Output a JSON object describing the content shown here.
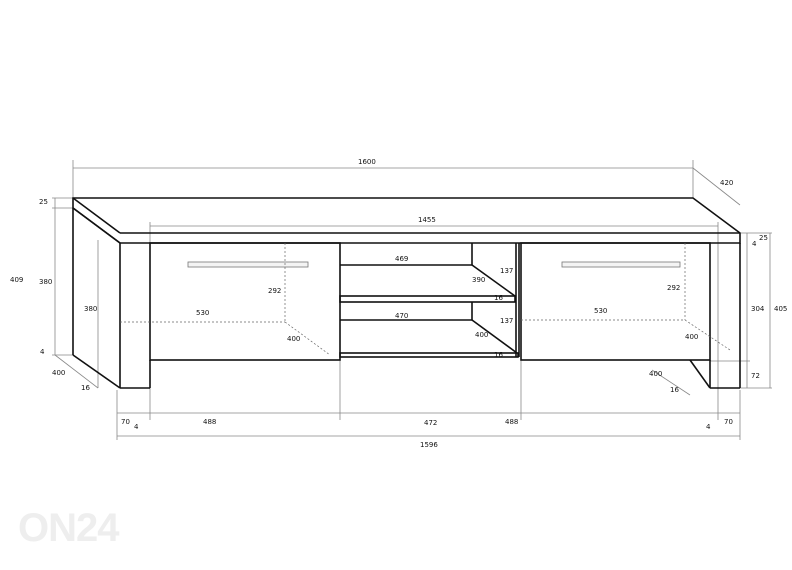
{
  "drawing": {
    "subject": "TV stand technical dimension drawing",
    "units": "mm",
    "dimensions": {
      "overall_width": "1600",
      "overall_depth": "420",
      "inner_width": "1455",
      "bottom_width": "1596",
      "left_height_total": "409",
      "left_top_thickness": "25",
      "left_side_height": "380",
      "left_bottom_gap": "4",
      "left_depth": "400",
      "left_panel_thickness": "16",
      "left_inner_height": "380",
      "right_height_total": "405",
      "right_top_thickness": "25",
      "right_gap": "4",
      "right_front_height": "304",
      "right_plinth_height": "72",
      "right_depth": "400",
      "right_panel_thickness": "16",
      "left_drawer_width": "530",
      "left_drawer_height": "292",
      "left_drawer_depth": "400",
      "right_drawer_width": "530",
      "right_drawer_height": "292",
      "right_drawer_depth": "400",
      "shelf_upper_width": "469",
      "shelf_upper_depth": "390",
      "shelf_upper_height": "137",
      "shelf_upper_thickness": "16",
      "shelf_lower_width": "470",
      "shelf_lower_depth": "400",
      "shelf_lower_height": "137",
      "shelf_lower_thickness": "16",
      "bottom_left_side": "70",
      "bottom_left_gap": "4",
      "bottom_left_section": "488",
      "bottom_middle_section": "472",
      "bottom_right_section": "488",
      "bottom_right_gap": "4",
      "bottom_right_side": "70"
    }
  },
  "watermark": {
    "text": "ON24",
    "color": "#eeeeee"
  }
}
